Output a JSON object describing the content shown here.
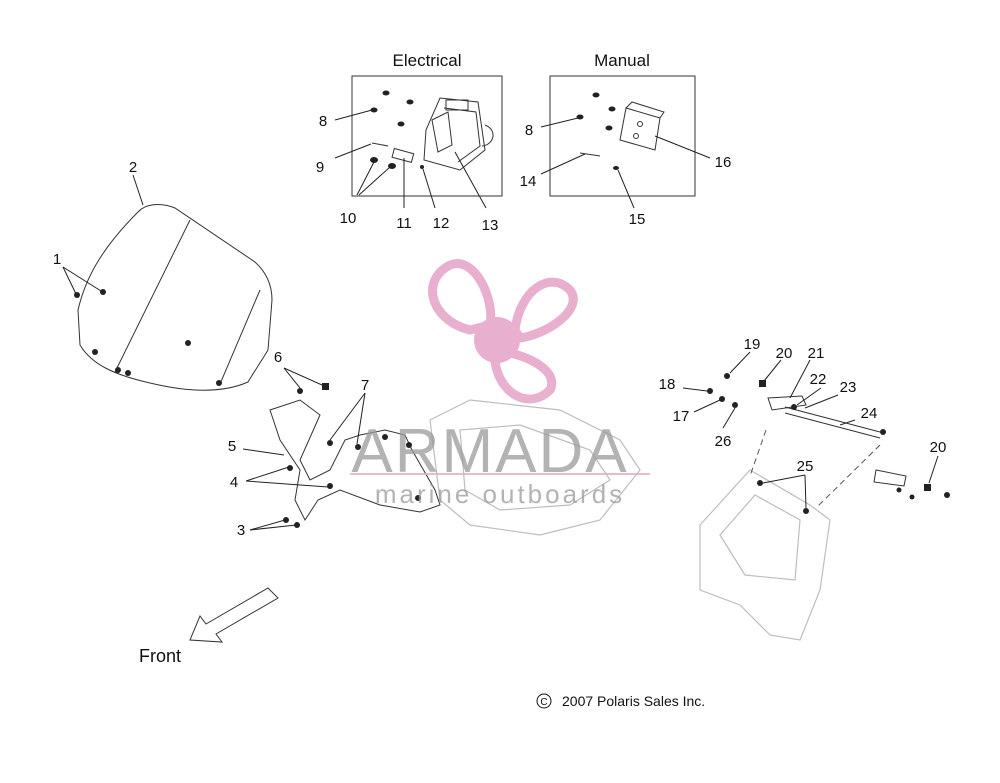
{
  "boxes": {
    "electrical_title": "Electrical",
    "manual_title": "Manual"
  },
  "callouts": {
    "c1": "1",
    "c2": "2",
    "c3": "3",
    "c4": "4",
    "c5": "5",
    "c6": "6",
    "c7": "7",
    "c8a": "8",
    "c8b": "8",
    "c9": "9",
    "c10": "10",
    "c11": "11",
    "c12": "12",
    "c13": "13",
    "c14": "14",
    "c15": "15",
    "c16": "16",
    "c17": "17",
    "c18": "18",
    "c19": "19",
    "c20a": "20",
    "c20b": "20",
    "c21": "21",
    "c22": "22",
    "c23": "23",
    "c24": "24",
    "c25": "25",
    "c26": "26"
  },
  "front_label": "Front",
  "copyright": "2007 Polaris Sales Inc.",
  "copyright_symbol": "C",
  "watermark": {
    "brand": "ARMADA",
    "tagline": "marine outboards",
    "logo_color": "#e6a8c9"
  }
}
